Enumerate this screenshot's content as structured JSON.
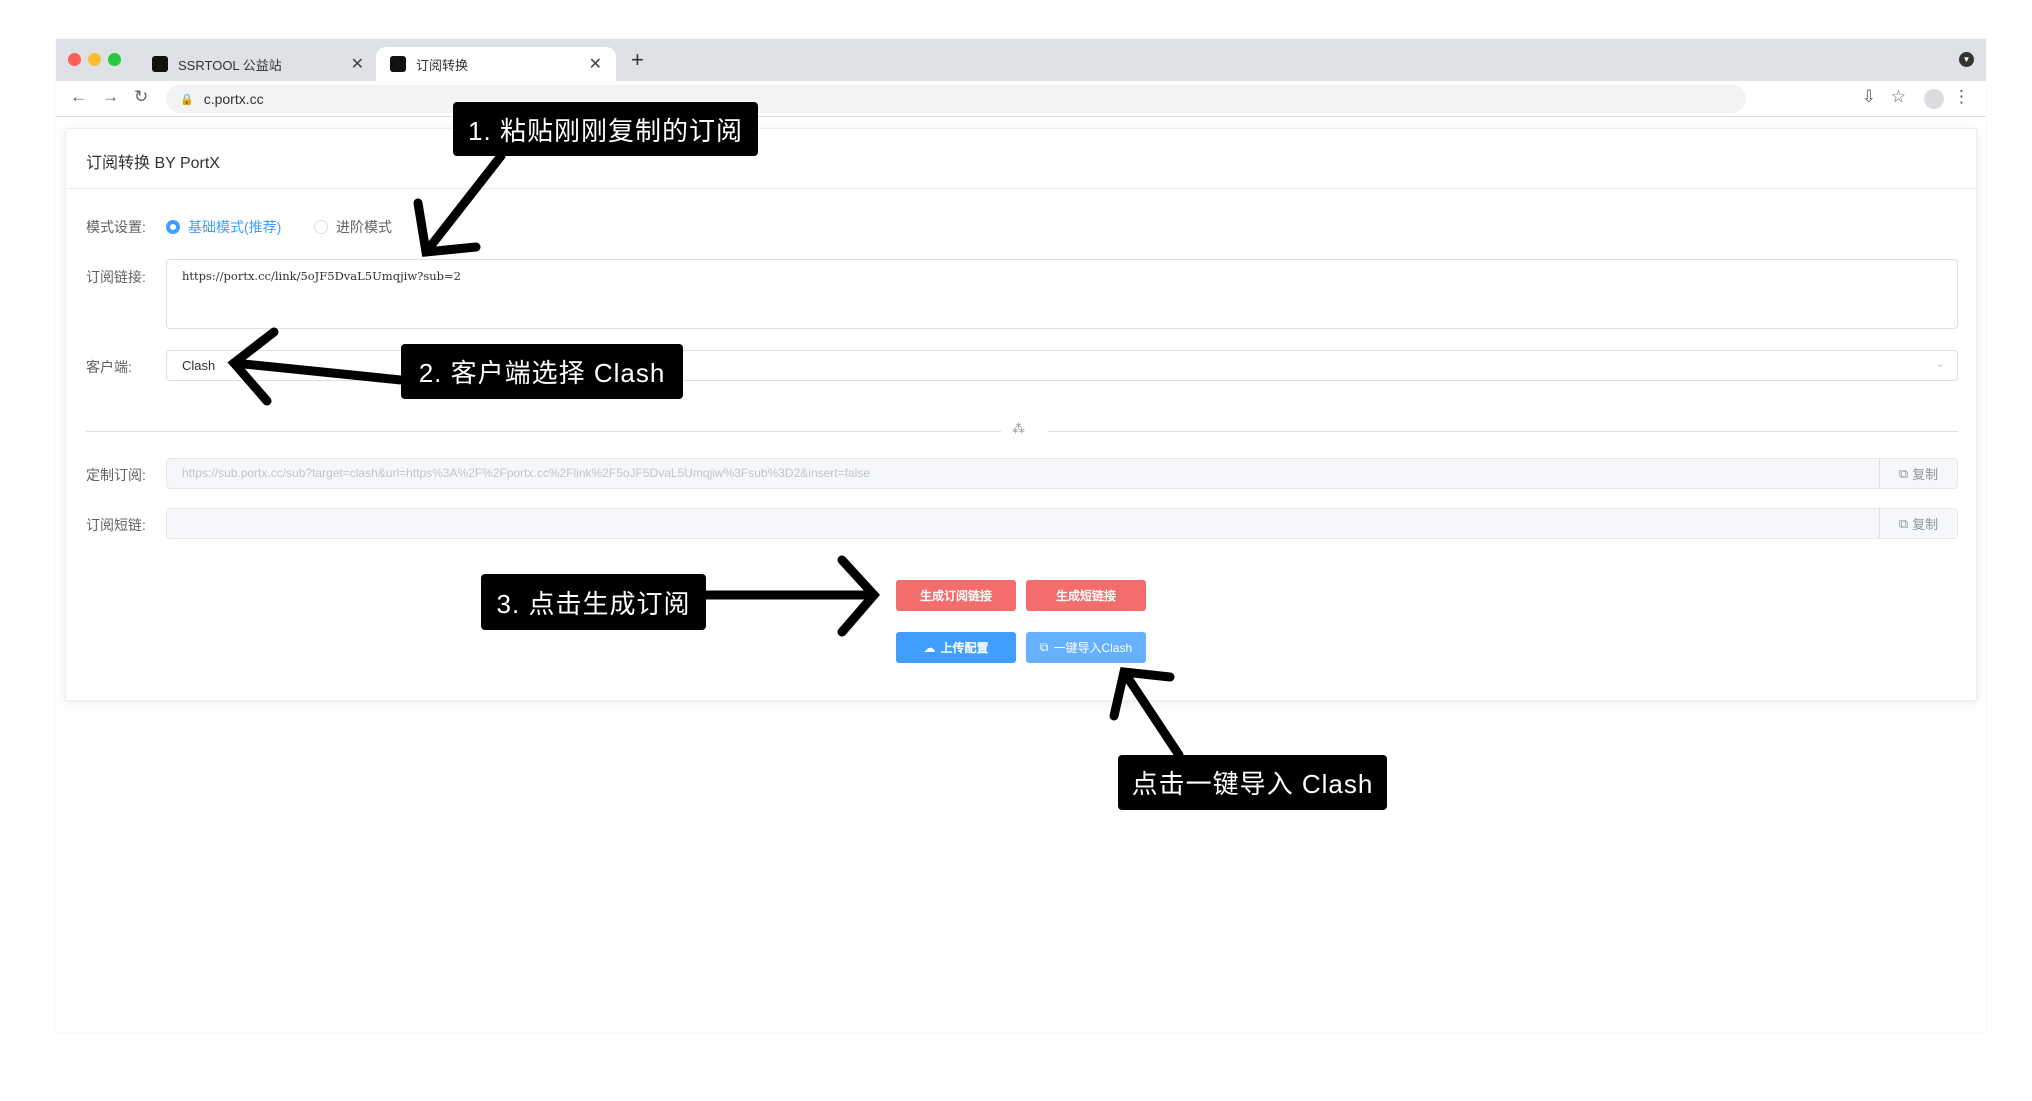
{
  "browser": {
    "tabs": [
      {
        "label": "SSRTOOL 公益站",
        "active": false
      },
      {
        "label": "订阅转换",
        "active": true
      }
    ],
    "url": "c.portx.cc"
  },
  "card": {
    "title": "订阅转换 BY PortX",
    "mode": {
      "label": "模式设置:",
      "options": [
        "基础模式(推荐)",
        "进阶模式"
      ],
      "selected": 0
    },
    "sub_link": {
      "label": "订阅链接:",
      "value": "https://portx.cc/link/5oJF5DvaL5Umqjiw?sub=2"
    },
    "client": {
      "label": "客户端:",
      "value": "Clash"
    },
    "custom_sub": {
      "label": "定制订阅:",
      "value": "https://sub.portx.cc/sub?target=clash&url=https%3A%2F%2Fportx.cc%2Flink%2F5oJF5DvaL5Umqjiw%3Fsub%3D2&insert=false",
      "copy": "复制"
    },
    "short_link": {
      "label": "订阅短链:",
      "value": "",
      "copy": "复制"
    },
    "buttons": {
      "gen_sub": "生成订阅链接",
      "gen_short": "生成短链接",
      "upload": "上传配置",
      "import_clash": "一键导入Clash"
    }
  },
  "annotations": [
    "1. 粘贴刚刚复制的订阅",
    "2. 客户端选择 Clash",
    "3. 点击生成订阅",
    "点击一键导入 Clash"
  ],
  "colors": {
    "primary": "#409eff",
    "danger": "#f56c6c",
    "annotation": "#000000"
  }
}
